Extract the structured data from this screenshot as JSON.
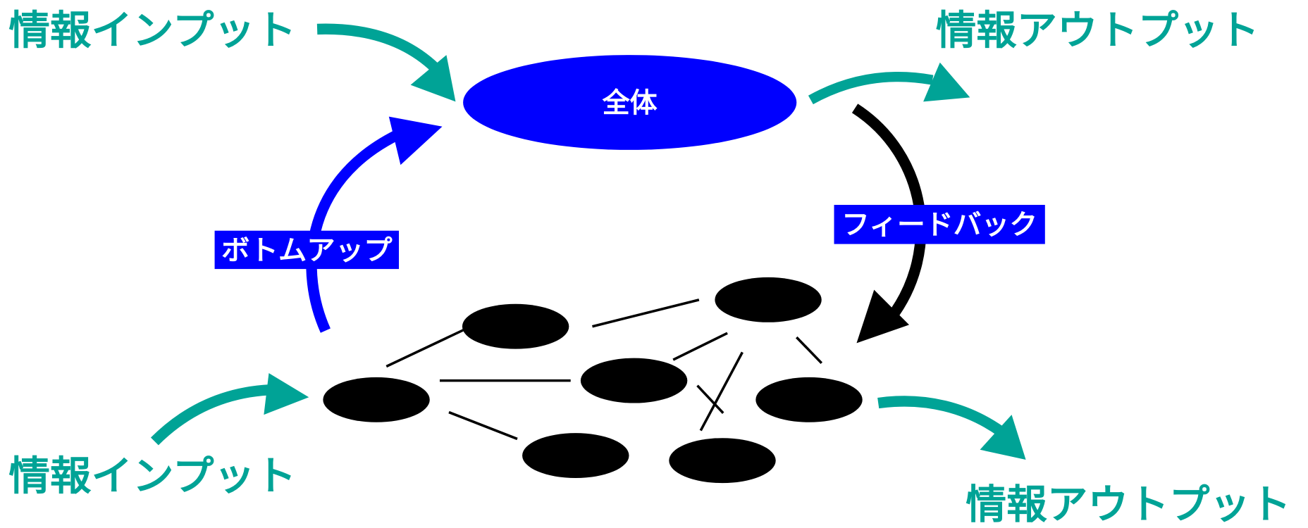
{
  "labels": {
    "input_top": "情報インプット",
    "output_top": "情報アウトプット",
    "input_bottom": "情報インプット",
    "output_bottom": "情報アウトプット",
    "whole": "全体",
    "bottom_up": "ボトムアップ",
    "feedback": "フィードバック"
  },
  "colors": {
    "io_arrow": "#00a396",
    "whole_fill": "#0000ff",
    "bottom_up_arrow": "#0000ff",
    "feedback_arrow": "#000000",
    "node_fill": "#000000",
    "label_box": "#0000ff"
  }
}
